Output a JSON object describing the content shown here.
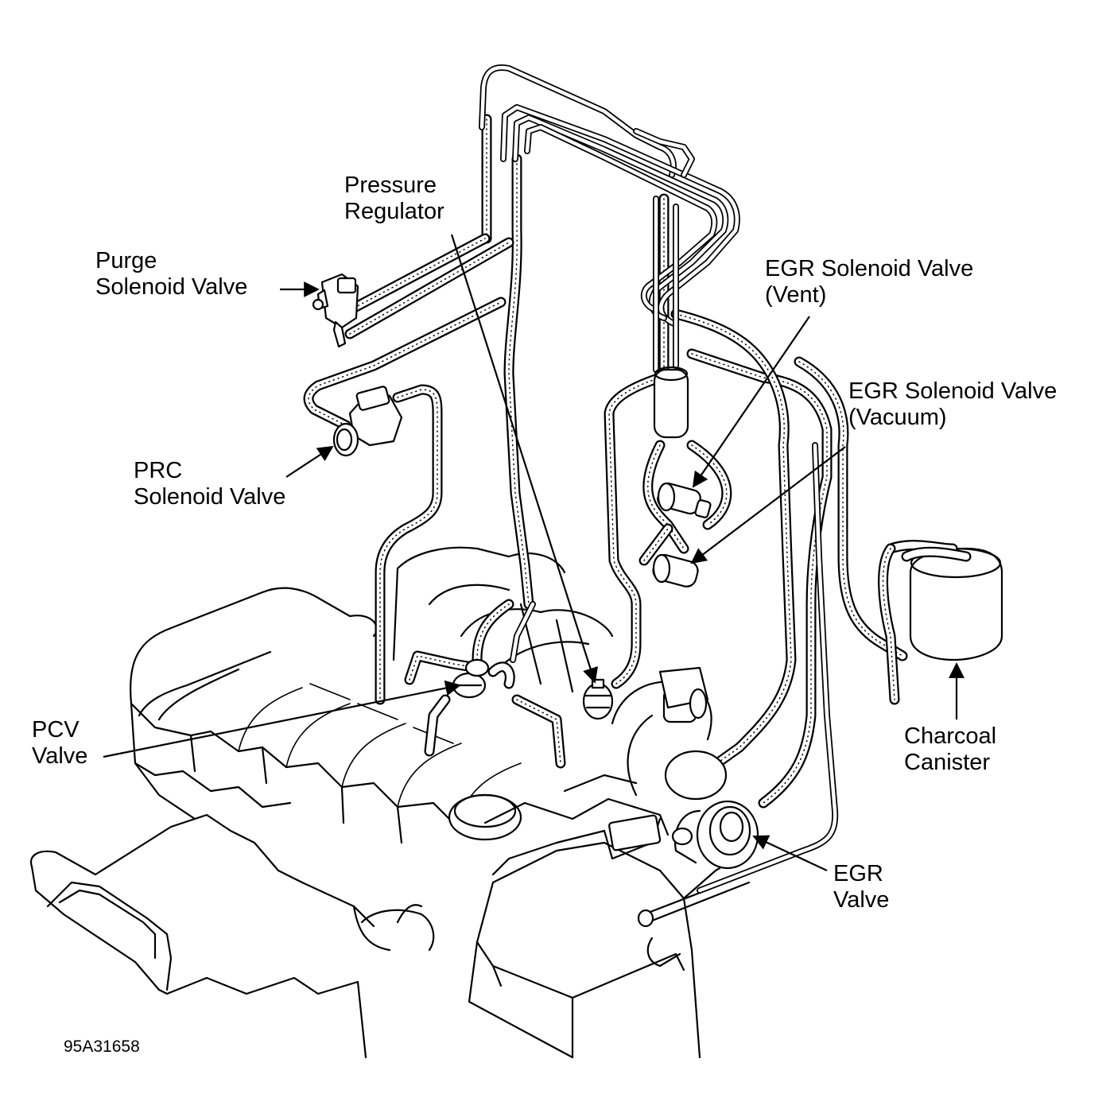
{
  "diagram": {
    "figure_id": "95A31658",
    "labels": {
      "pressure_regulator": [
        "Pressure",
        "Regulator"
      ],
      "purge_solenoid_valve": [
        "Purge",
        "Solenoid Valve"
      ],
      "prc_solenoid_valve": [
        "PRC",
        "Solenoid Valve"
      ],
      "egr_solenoid_valve_vent": [
        "EGR Solenoid Valve",
        "(Vent)"
      ],
      "egr_solenoid_valve_vacuum": [
        "EGR Solenoid Valve",
        "(Vacuum)"
      ],
      "pcv_valve": [
        "PCV",
        "Valve"
      ],
      "charcoal_canister": [
        "Charcoal",
        "Canister"
      ],
      "egr_valve": [
        "EGR",
        "Valve"
      ]
    }
  }
}
